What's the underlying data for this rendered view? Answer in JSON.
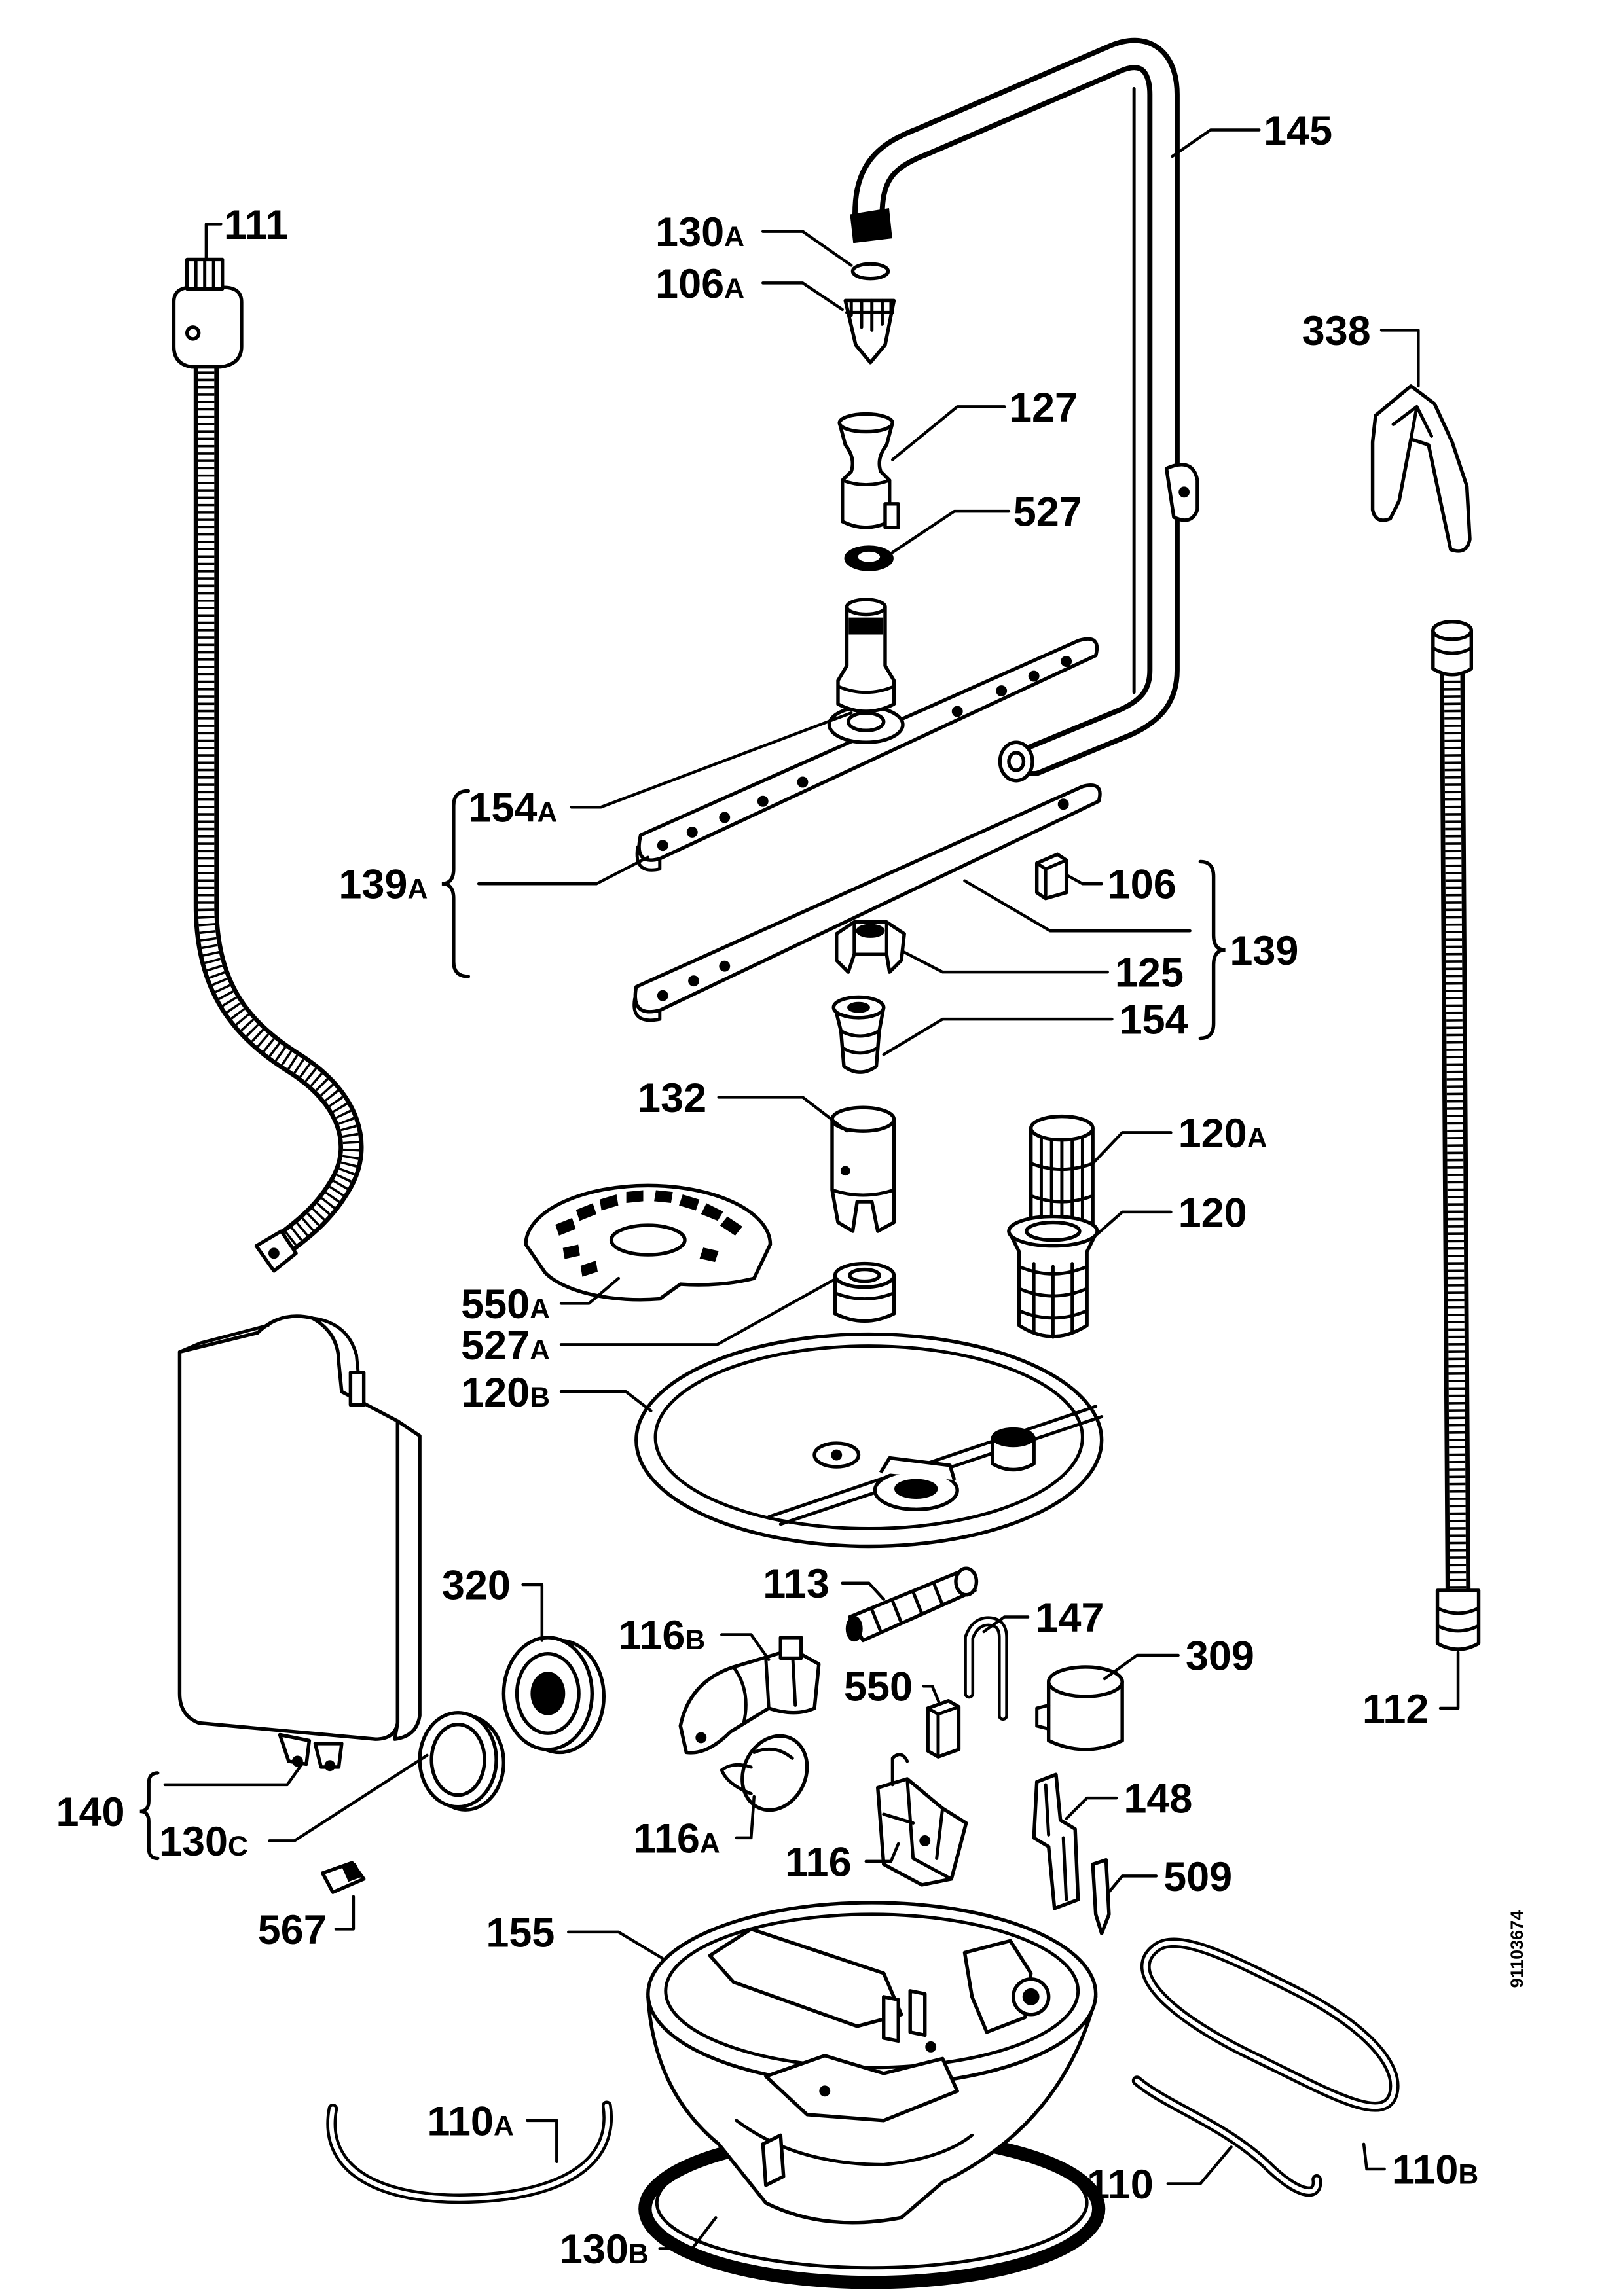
{
  "labels": {
    "p111": "111",
    "p145": "145",
    "p130A": "130A",
    "p106A": "106A",
    "p127": "127",
    "p527": "527",
    "p338": "338",
    "p154A": "154A",
    "p139A": "139A",
    "p106": "106",
    "p139": "139",
    "p125": "125",
    "p154": "154",
    "p132": "132",
    "p120A": "120A",
    "p120": "120",
    "p550A": "550A",
    "p527A": "527A",
    "p120B": "120B",
    "p113": "113",
    "p116B": "116B",
    "p147": "147",
    "p320": "320",
    "p309": "309",
    "p550": "550",
    "p112": "112",
    "p140": "140",
    "p130C": "130C",
    "p148": "148",
    "p116A": "116A",
    "p116": "116",
    "p509": "509",
    "p567": "567",
    "p155": "155",
    "p110A": "110A",
    "p110B": "110B",
    "p110": "110",
    "p130B": "130B"
  },
  "drawing_number": "91103674"
}
